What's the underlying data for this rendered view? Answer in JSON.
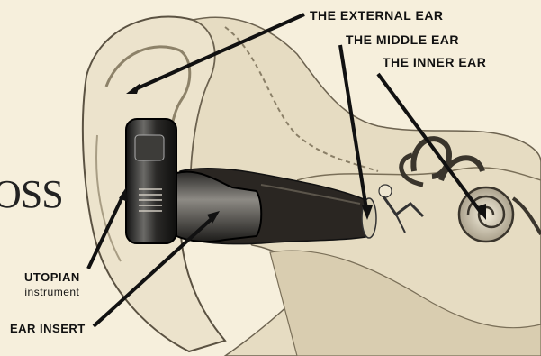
{
  "labels": {
    "external_ear": "THE EXTERNAL EAR",
    "middle_ear": "THE MIDDLE EAR",
    "inner_ear": "THE INNER EAR",
    "utopian": "UTOPIAN",
    "instrument": "instrument",
    "ear_insert": "EAR INSERT"
  },
  "partial_title": "OSS",
  "colors": {
    "paper": "#f6efdc",
    "ink": "#111111",
    "skin_light": "#ece3cc",
    "skin_shade": "#b9ad92",
    "canal_dark": "#2a2622",
    "device_dark": "#1c1b1a"
  }
}
